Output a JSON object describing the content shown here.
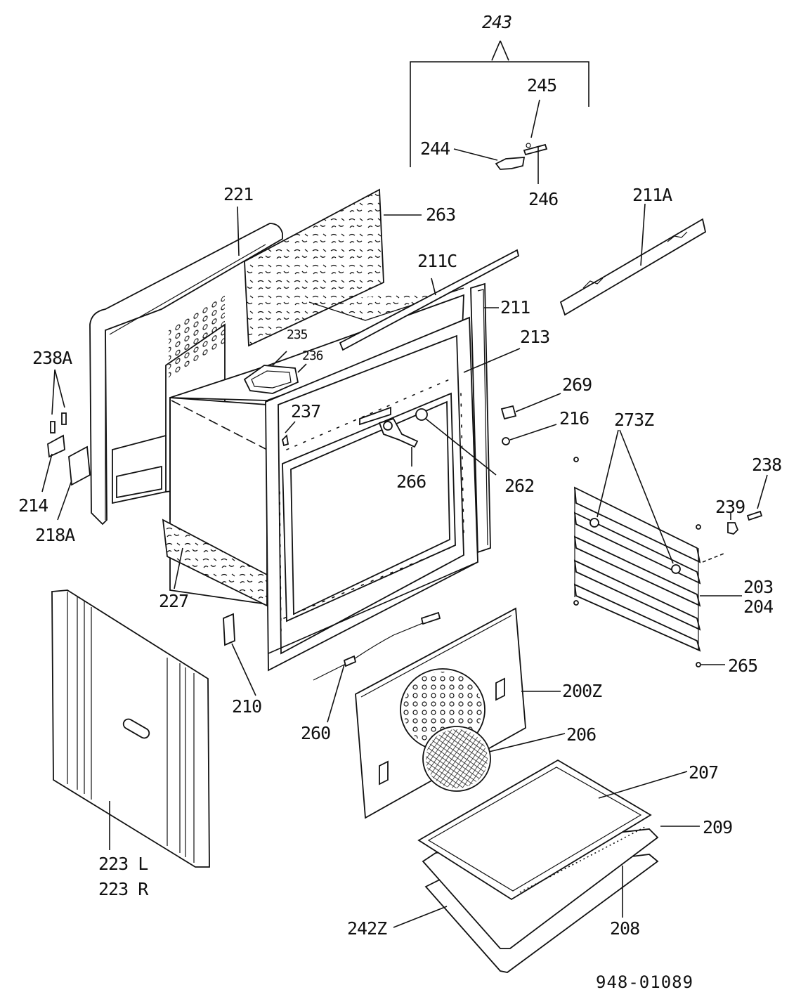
{
  "labels": {
    "l243": "243",
    "l245": "245",
    "l244": "244",
    "l246": "246",
    "l221": "221",
    "l263": "263",
    "l211A": "211A",
    "l211C": "211C",
    "l211": "211",
    "l213": "213",
    "l235": "235",
    "l236": "236",
    "l238A": "238A",
    "l269": "269",
    "l216": "216",
    "l237": "237",
    "l273Z": "273Z",
    "l238": "238",
    "l266": "266",
    "l262": "262",
    "l214": "214",
    "l218A": "218A",
    "l239": "239",
    "l203": "203",
    "l204": "204",
    "l227": "227",
    "l265": "265",
    "l210": "210",
    "l200Z": "200Z",
    "l260": "260",
    "l206": "206",
    "l207": "207",
    "l209": "209",
    "l223L": "223 L",
    "l223R": "223 R",
    "l242Z": "242Z",
    "l208": "208"
  },
  "reference_code": "948-01089"
}
